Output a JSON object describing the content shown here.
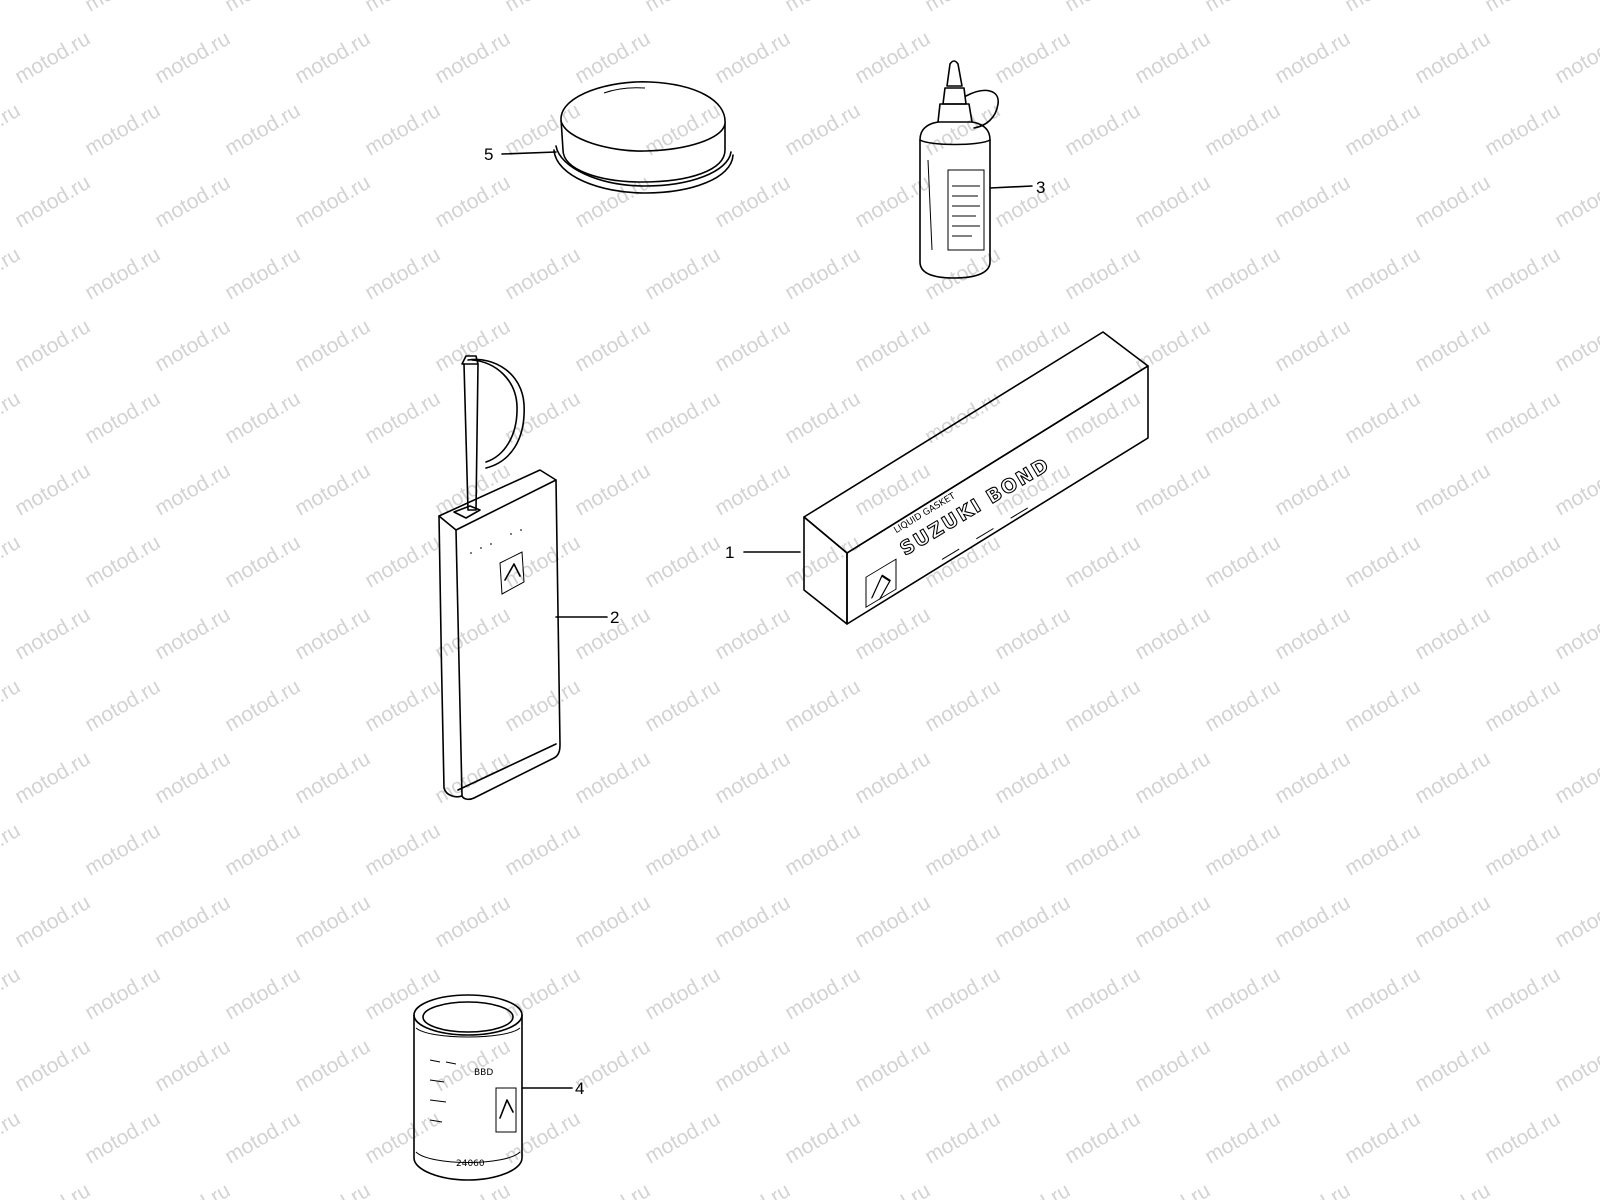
{
  "watermark": {
    "text": "motod.ru"
  },
  "parts": [
    {
      "number": "1",
      "label_key": "box"
    },
    {
      "number": "2",
      "label_key": "can"
    },
    {
      "number": "3",
      "label_key": "bottle"
    },
    {
      "number": "4",
      "label_key": "tin"
    },
    {
      "number": "5",
      "label_key": "jar"
    }
  ],
  "box_print": {
    "brand": "SUZUKI BOND",
    "subtitle": "LIQUID GASKET"
  },
  "tin_print": {
    "top_code": "BBD",
    "bottom_code": "24060"
  },
  "colors": {
    "line": "#000000",
    "watermark": "#d3d3d3",
    "background": "#ffffff"
  }
}
